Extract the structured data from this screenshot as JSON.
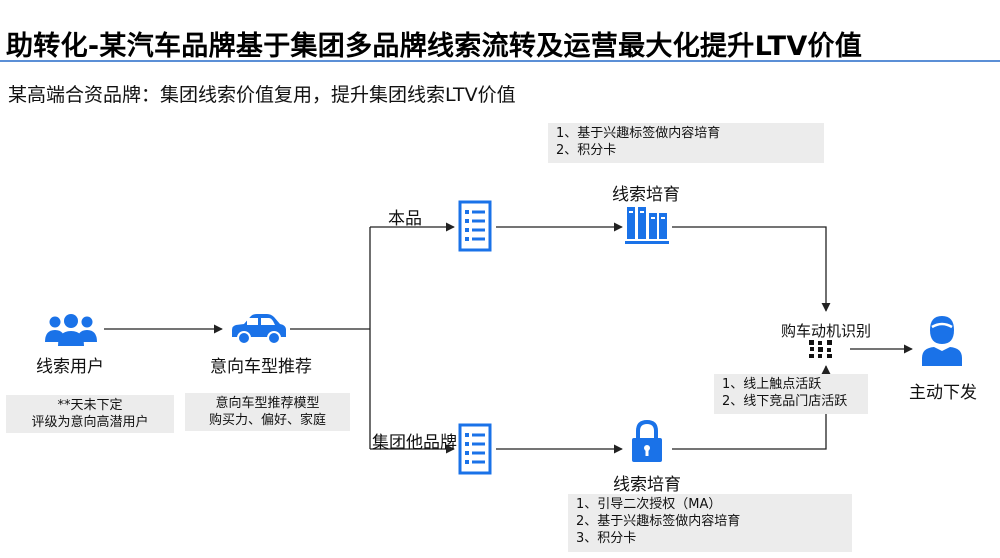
{
  "title": "助转化-某汽车品牌基于集团多品牌线索流转及运营最大化提升LTV价值",
  "subtitle": "某高端合资品牌：集团线索价值复用，提升集团线索LTV价值",
  "colors": {
    "accent": "#1a72e8",
    "rule": "#5b8fd6",
    "note_bg": "#ececec"
  },
  "nodes": {
    "users": {
      "label": "线索用户",
      "icon": "users-group-icon",
      "note": [
        "**天未下定",
        "评级为意向高潜用户"
      ]
    },
    "recommend": {
      "label": "意向车型推荐",
      "icon": "car-icon",
      "note": [
        "意向车型推荐模型",
        "购买力、偏好、家庭"
      ]
    },
    "own_brand": {
      "label": "本品",
      "icon": "list-document-icon"
    },
    "group_brand": {
      "label": "集团他品牌",
      "icon": "list-document-icon"
    },
    "nurture_top": {
      "label": "线索培育",
      "icon": "books-icon",
      "note": [
        "1、基于兴趣标签做内容培育",
        "2、积分卡"
      ]
    },
    "nurture_bottom": {
      "label": "线索培育",
      "icon": "lock-icon",
      "note": [
        "1、引导二次授权（MA）",
        "2、基于兴趣标签做内容培育",
        "3、积分卡"
      ]
    },
    "detect": {
      "label": "购车动机识别",
      "icon": "dots-matrix-icon",
      "note": [
        "1、线上触点活跃",
        "2、线下竞品门店活跃"
      ]
    },
    "push": {
      "label": "主动下发",
      "icon": "person-icon"
    }
  }
}
